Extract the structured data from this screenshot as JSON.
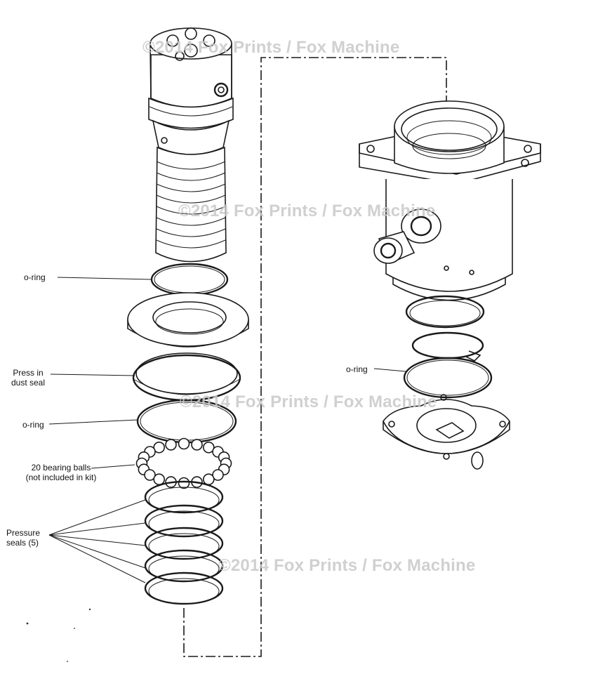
{
  "diagram": {
    "labels": {
      "oring_top": "o-ring",
      "dust_seal_line1": "Press in",
      "dust_seal_line2": "dust seal",
      "oring_mid": "o-ring",
      "balls_line1": "20 bearing balls",
      "balls_line2": "(not included in kit)",
      "pressure_line1": "Pressure",
      "pressure_line2": "seals (5)",
      "oring_right": "o-ring"
    },
    "watermarks": [
      "©2014 Fox Prints / Fox Machine",
      "©2014 Fox Prints / Fox Machine",
      "©2014 Fox Prints / Fox Machine",
      "©2014 Fox Prints / Fox Machine"
    ]
  }
}
